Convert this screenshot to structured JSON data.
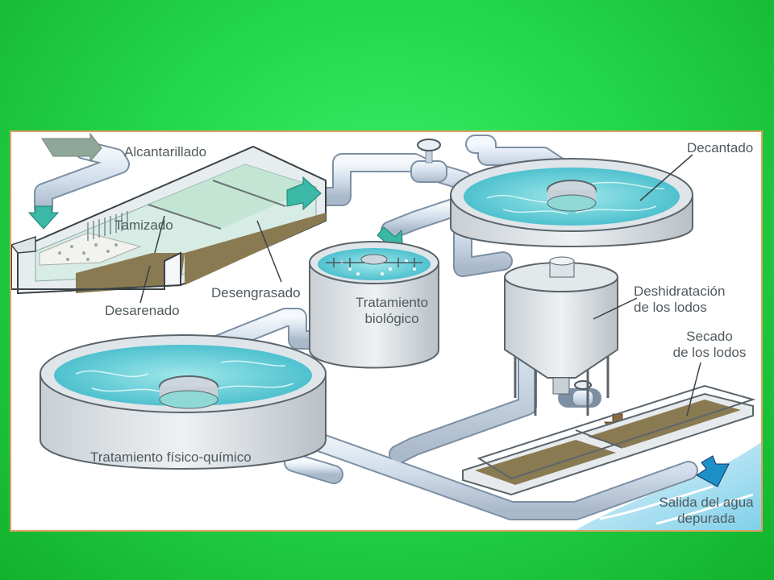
{
  "diagram": {
    "labels": {
      "alcantarillado": "Alcantarillado",
      "tamizado": "Tamizado",
      "desarenado": "Desarenado",
      "desengrasado": "Desengrasado",
      "decantado": "Decantado",
      "tratamiento_biologico_1": "Tratamiento",
      "tratamiento_biologico_2": "biológico",
      "deshidratacion_1": "Deshidratación",
      "deshidratacion_2": "de los lodos",
      "secado_1": "Secado",
      "secado_2": "de los lodos",
      "tratamiento_fisico_quimico": "Tratamiento físico-químico",
      "salida_1": "Salida del agua",
      "salida_2": "depurada"
    },
    "colors": {
      "background": "#24d84c",
      "pipe": "#d6e1ee",
      "pipe_outline": "#7d8fa3",
      "water": "#5fd0d8",
      "arrow": "#3bb8a6",
      "sludge": "#8a7a52"
    }
  }
}
